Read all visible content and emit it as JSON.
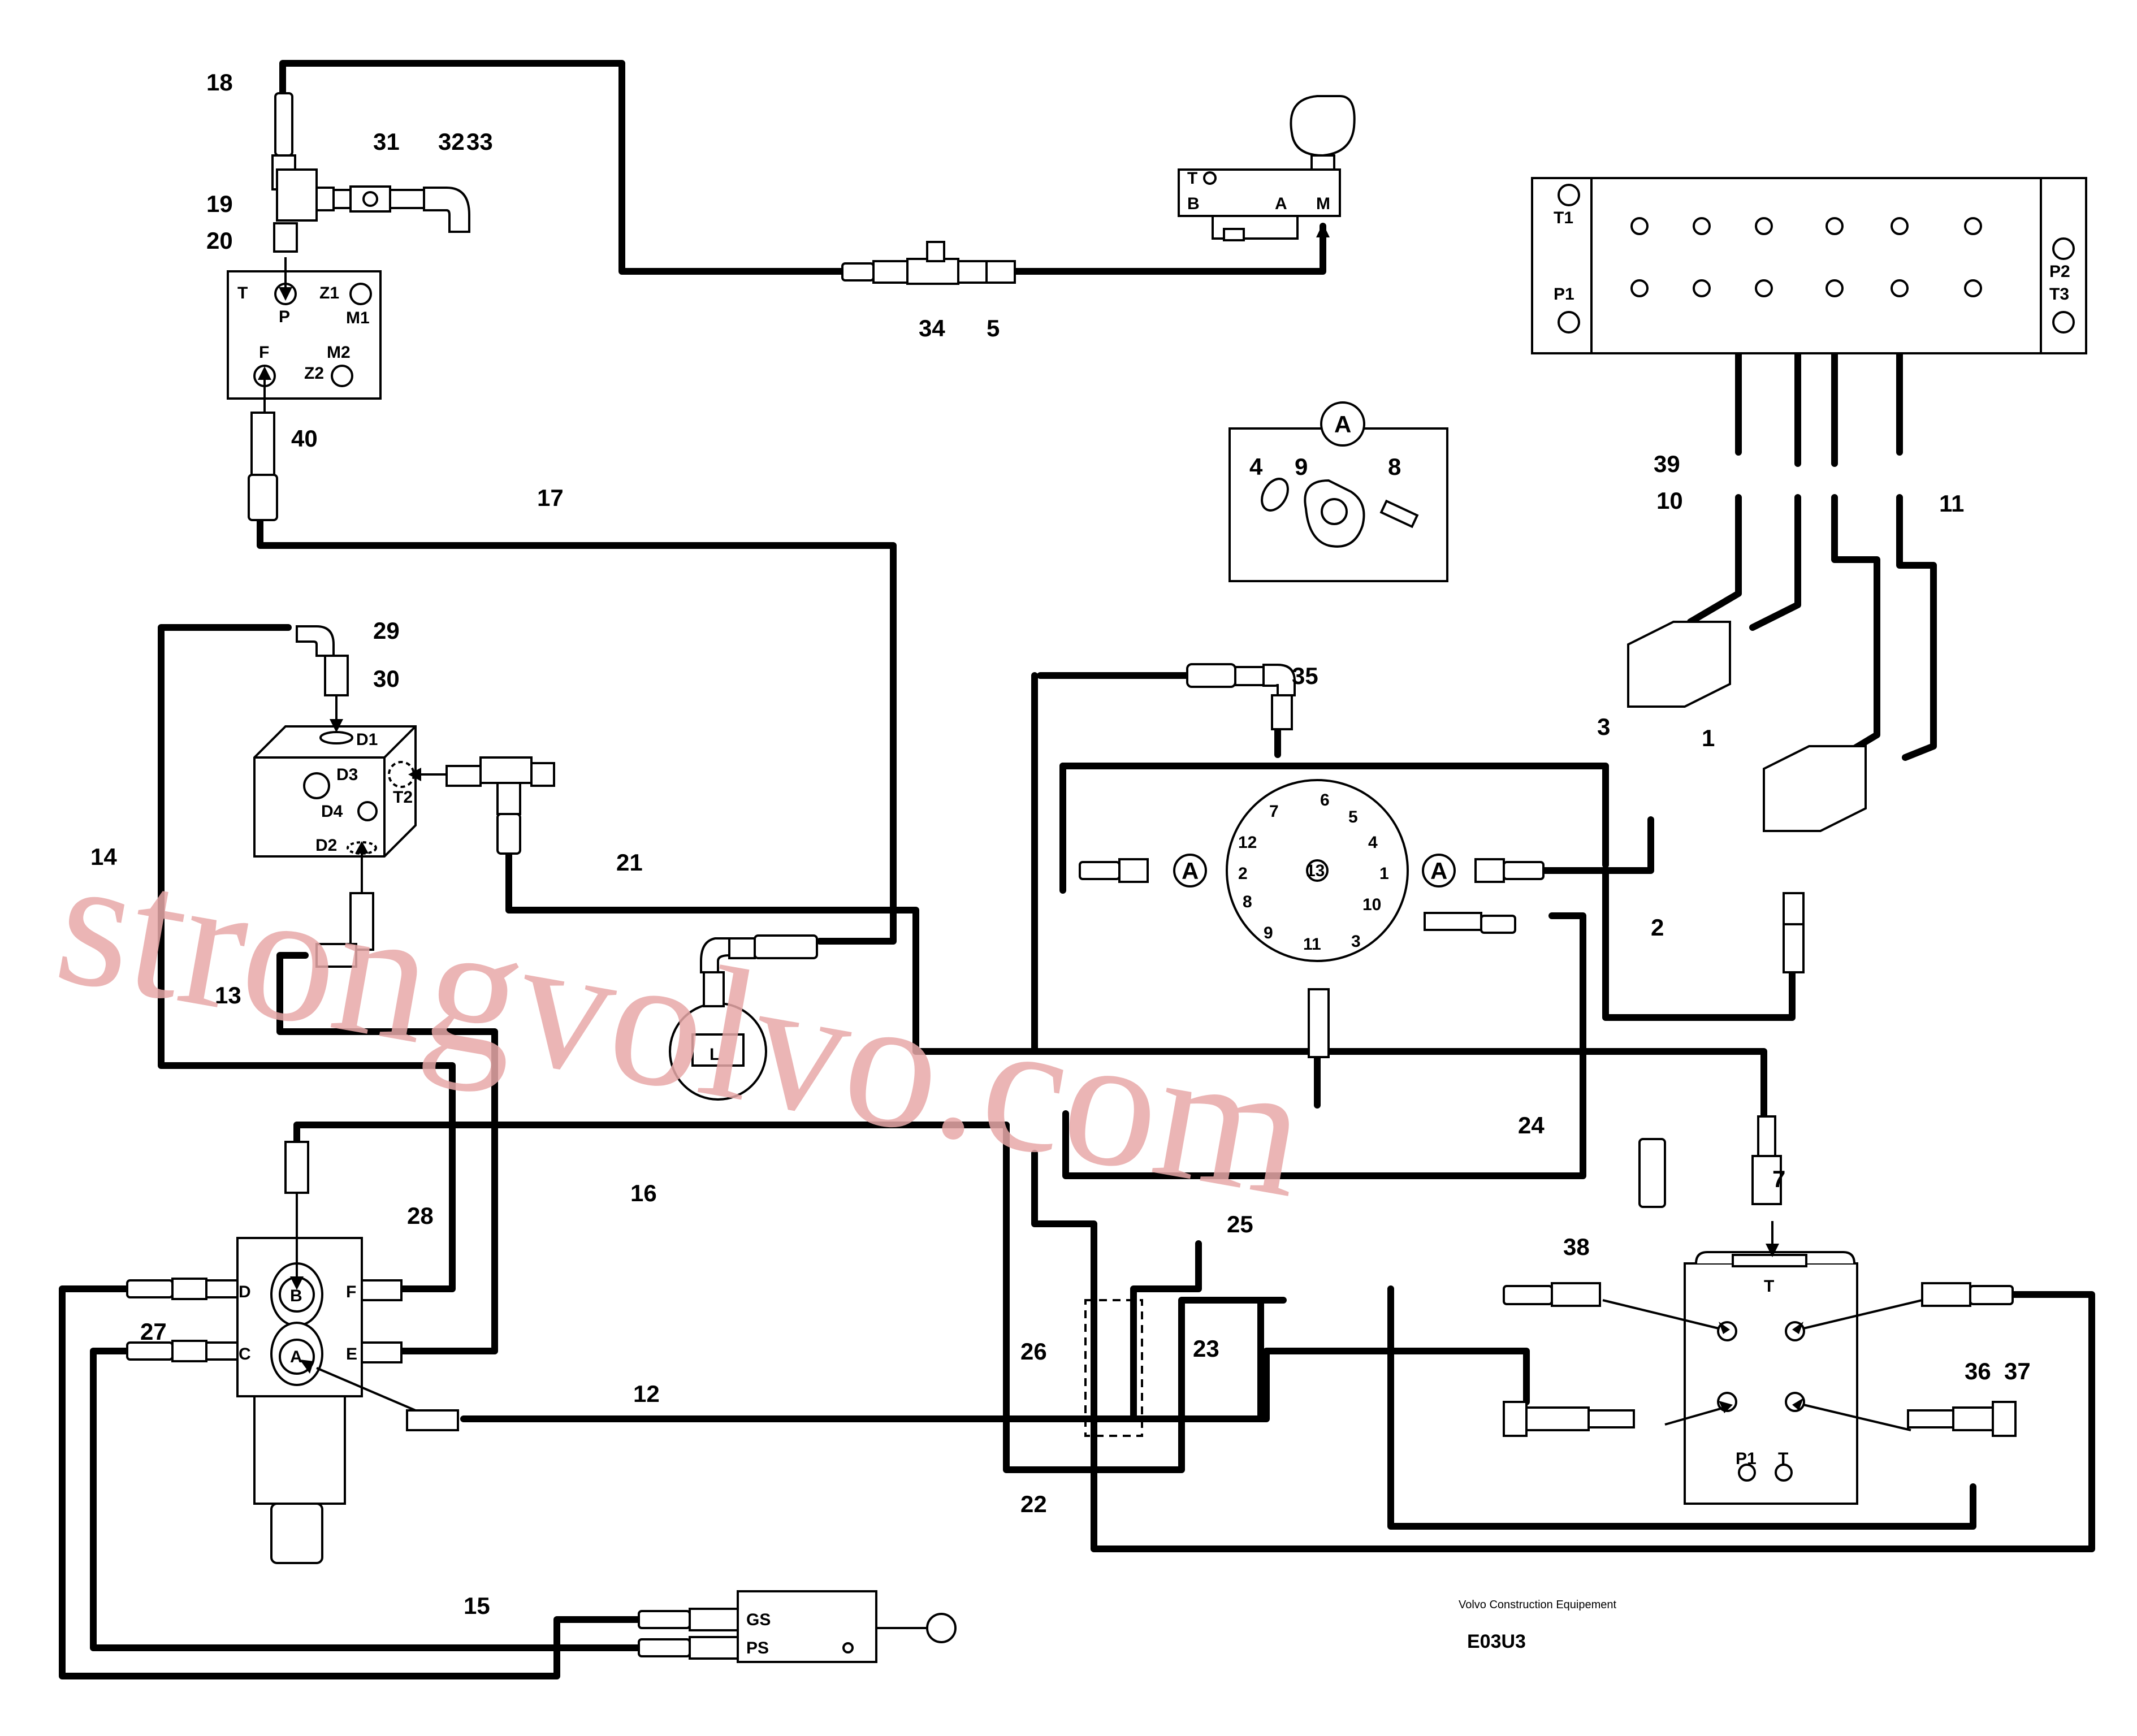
{
  "diagram": {
    "callouts": [
      "1",
      "2",
      "3",
      "4",
      "5",
      "7",
      "8",
      "9",
      "10",
      "11",
      "12",
      "13",
      "14",
      "15",
      "16",
      "17",
      "18",
      "19",
      "20",
      "21",
      "22",
      "23",
      "24",
      "25",
      "26",
      "27",
      "28",
      "29",
      "30",
      "31",
      "32",
      "33",
      "34",
      "35",
      "36",
      "37",
      "38",
      "39",
      "40"
    ],
    "ports": {
      "valve_top": [
        "T",
        "P",
        "Z1",
        "M1",
        "F",
        "M2",
        "Z2"
      ],
      "pilot_head": [
        "T",
        "B",
        "A",
        "M"
      ],
      "manifold": [
        "T1",
        "P1",
        "P2",
        "T3"
      ],
      "block": [
        "D1",
        "D3",
        "T2",
        "D4",
        "D2"
      ],
      "control_valve": [
        "D",
        "F",
        "B",
        "C",
        "E",
        "A"
      ],
      "swivel": [
        "1",
        "2",
        "3",
        "4",
        "5",
        "6",
        "7",
        "8",
        "9",
        "10",
        "11",
        "12",
        "13"
      ],
      "swivel_connections": [
        "A",
        "A"
      ],
      "detail": "A",
      "small_valve": "L",
      "main_valve": [
        "T",
        "P1",
        "T"
      ],
      "handle_valve": [
        "GS",
        "PS"
      ]
    },
    "footer": {
      "brand": "Volvo Construction Equipement",
      "code": "E03U3"
    },
    "watermark": "strongvolvo.com"
  }
}
